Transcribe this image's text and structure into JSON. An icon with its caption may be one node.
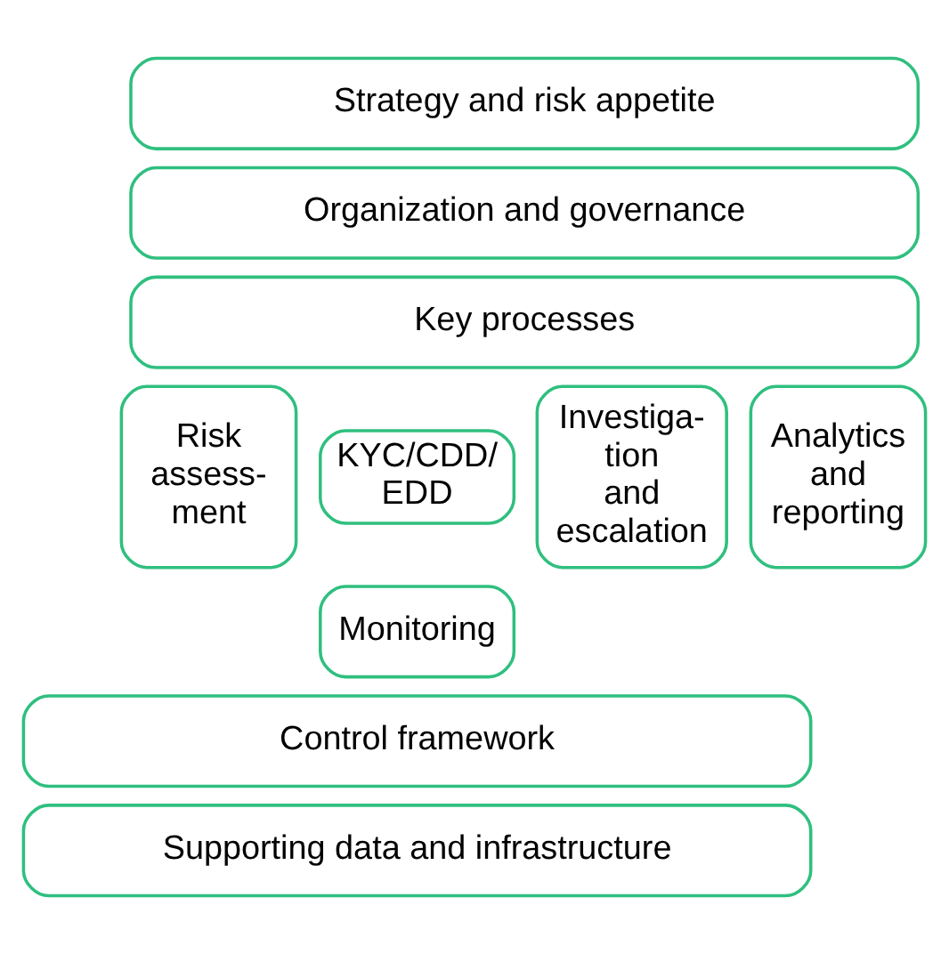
{
  "diagram": {
    "nodes": [
      {
        "text": [
          "Strategy and risk appetite"
        ]
      },
      {
        "text": [
          "Organization and governance"
        ]
      },
      {
        "text": [
          "Key processes"
        ]
      },
      {
        "text": [
          "Risk assess- ment"
        ]
      },
      {
        "text": [
          "KYC/CDD/ EDD"
        ]
      },
      {
        "text": [
          "Monitoring"
        ]
      },
      {
        "text": [
          "Investiga- tion and escalation"
        ]
      },
      {
        "text": [
          "Analytics and reporting"
        ]
      },
      {
        "text": [
          "Control framework"
        ]
      },
      {
        "text": [
          "Supporting data and infrastructure"
        ]
      }
    ]
  }
}
